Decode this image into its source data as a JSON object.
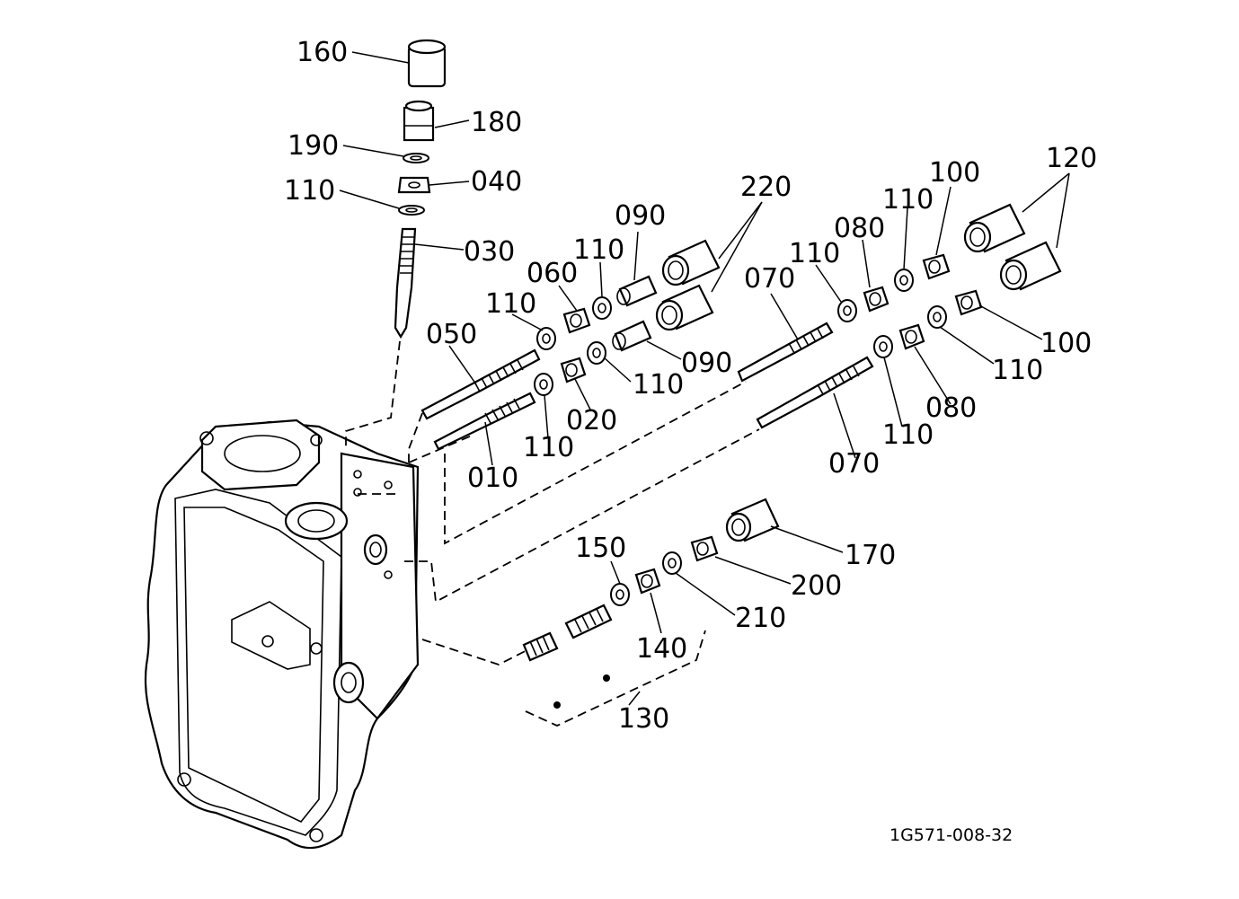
{
  "drawing": {
    "code": "1G571-008-32",
    "callouts": [
      {
        "id": "c160",
        "label": "160"
      },
      {
        "id": "c180",
        "label": "180"
      },
      {
        "id": "c190",
        "label": "190"
      },
      {
        "id": "c040",
        "label": "040"
      },
      {
        "id": "c110a",
        "label": "110"
      },
      {
        "id": "c030",
        "label": "030"
      },
      {
        "id": "c220",
        "label": "220"
      },
      {
        "id": "c090a",
        "label": "090"
      },
      {
        "id": "c110b",
        "label": "110"
      },
      {
        "id": "c060",
        "label": "060"
      },
      {
        "id": "c110c",
        "label": "110"
      },
      {
        "id": "c050",
        "label": "050"
      },
      {
        "id": "c090b",
        "label": "090"
      },
      {
        "id": "c110d",
        "label": "110"
      },
      {
        "id": "c020",
        "label": "020"
      },
      {
        "id": "c110e",
        "label": "110"
      },
      {
        "id": "c010",
        "label": "010"
      },
      {
        "id": "c070a",
        "label": "070"
      },
      {
        "id": "c110f",
        "label": "110"
      },
      {
        "id": "c080a",
        "label": "080"
      },
      {
        "id": "c110g",
        "label": "110"
      },
      {
        "id": "c100a",
        "label": "100"
      },
      {
        "id": "c120",
        "label": "120"
      },
      {
        "id": "c100b",
        "label": "100"
      },
      {
        "id": "c110h",
        "label": "110"
      },
      {
        "id": "c080b",
        "label": "080"
      },
      {
        "id": "c110i",
        "label": "110"
      },
      {
        "id": "c070b",
        "label": "070"
      },
      {
        "id": "c150",
        "label": "150"
      },
      {
        "id": "c170",
        "label": "170"
      },
      {
        "id": "c200",
        "label": "200"
      },
      {
        "id": "c210",
        "label": "210"
      },
      {
        "id": "c140",
        "label": "140"
      },
      {
        "id": "c130",
        "label": "130"
      }
    ]
  }
}
